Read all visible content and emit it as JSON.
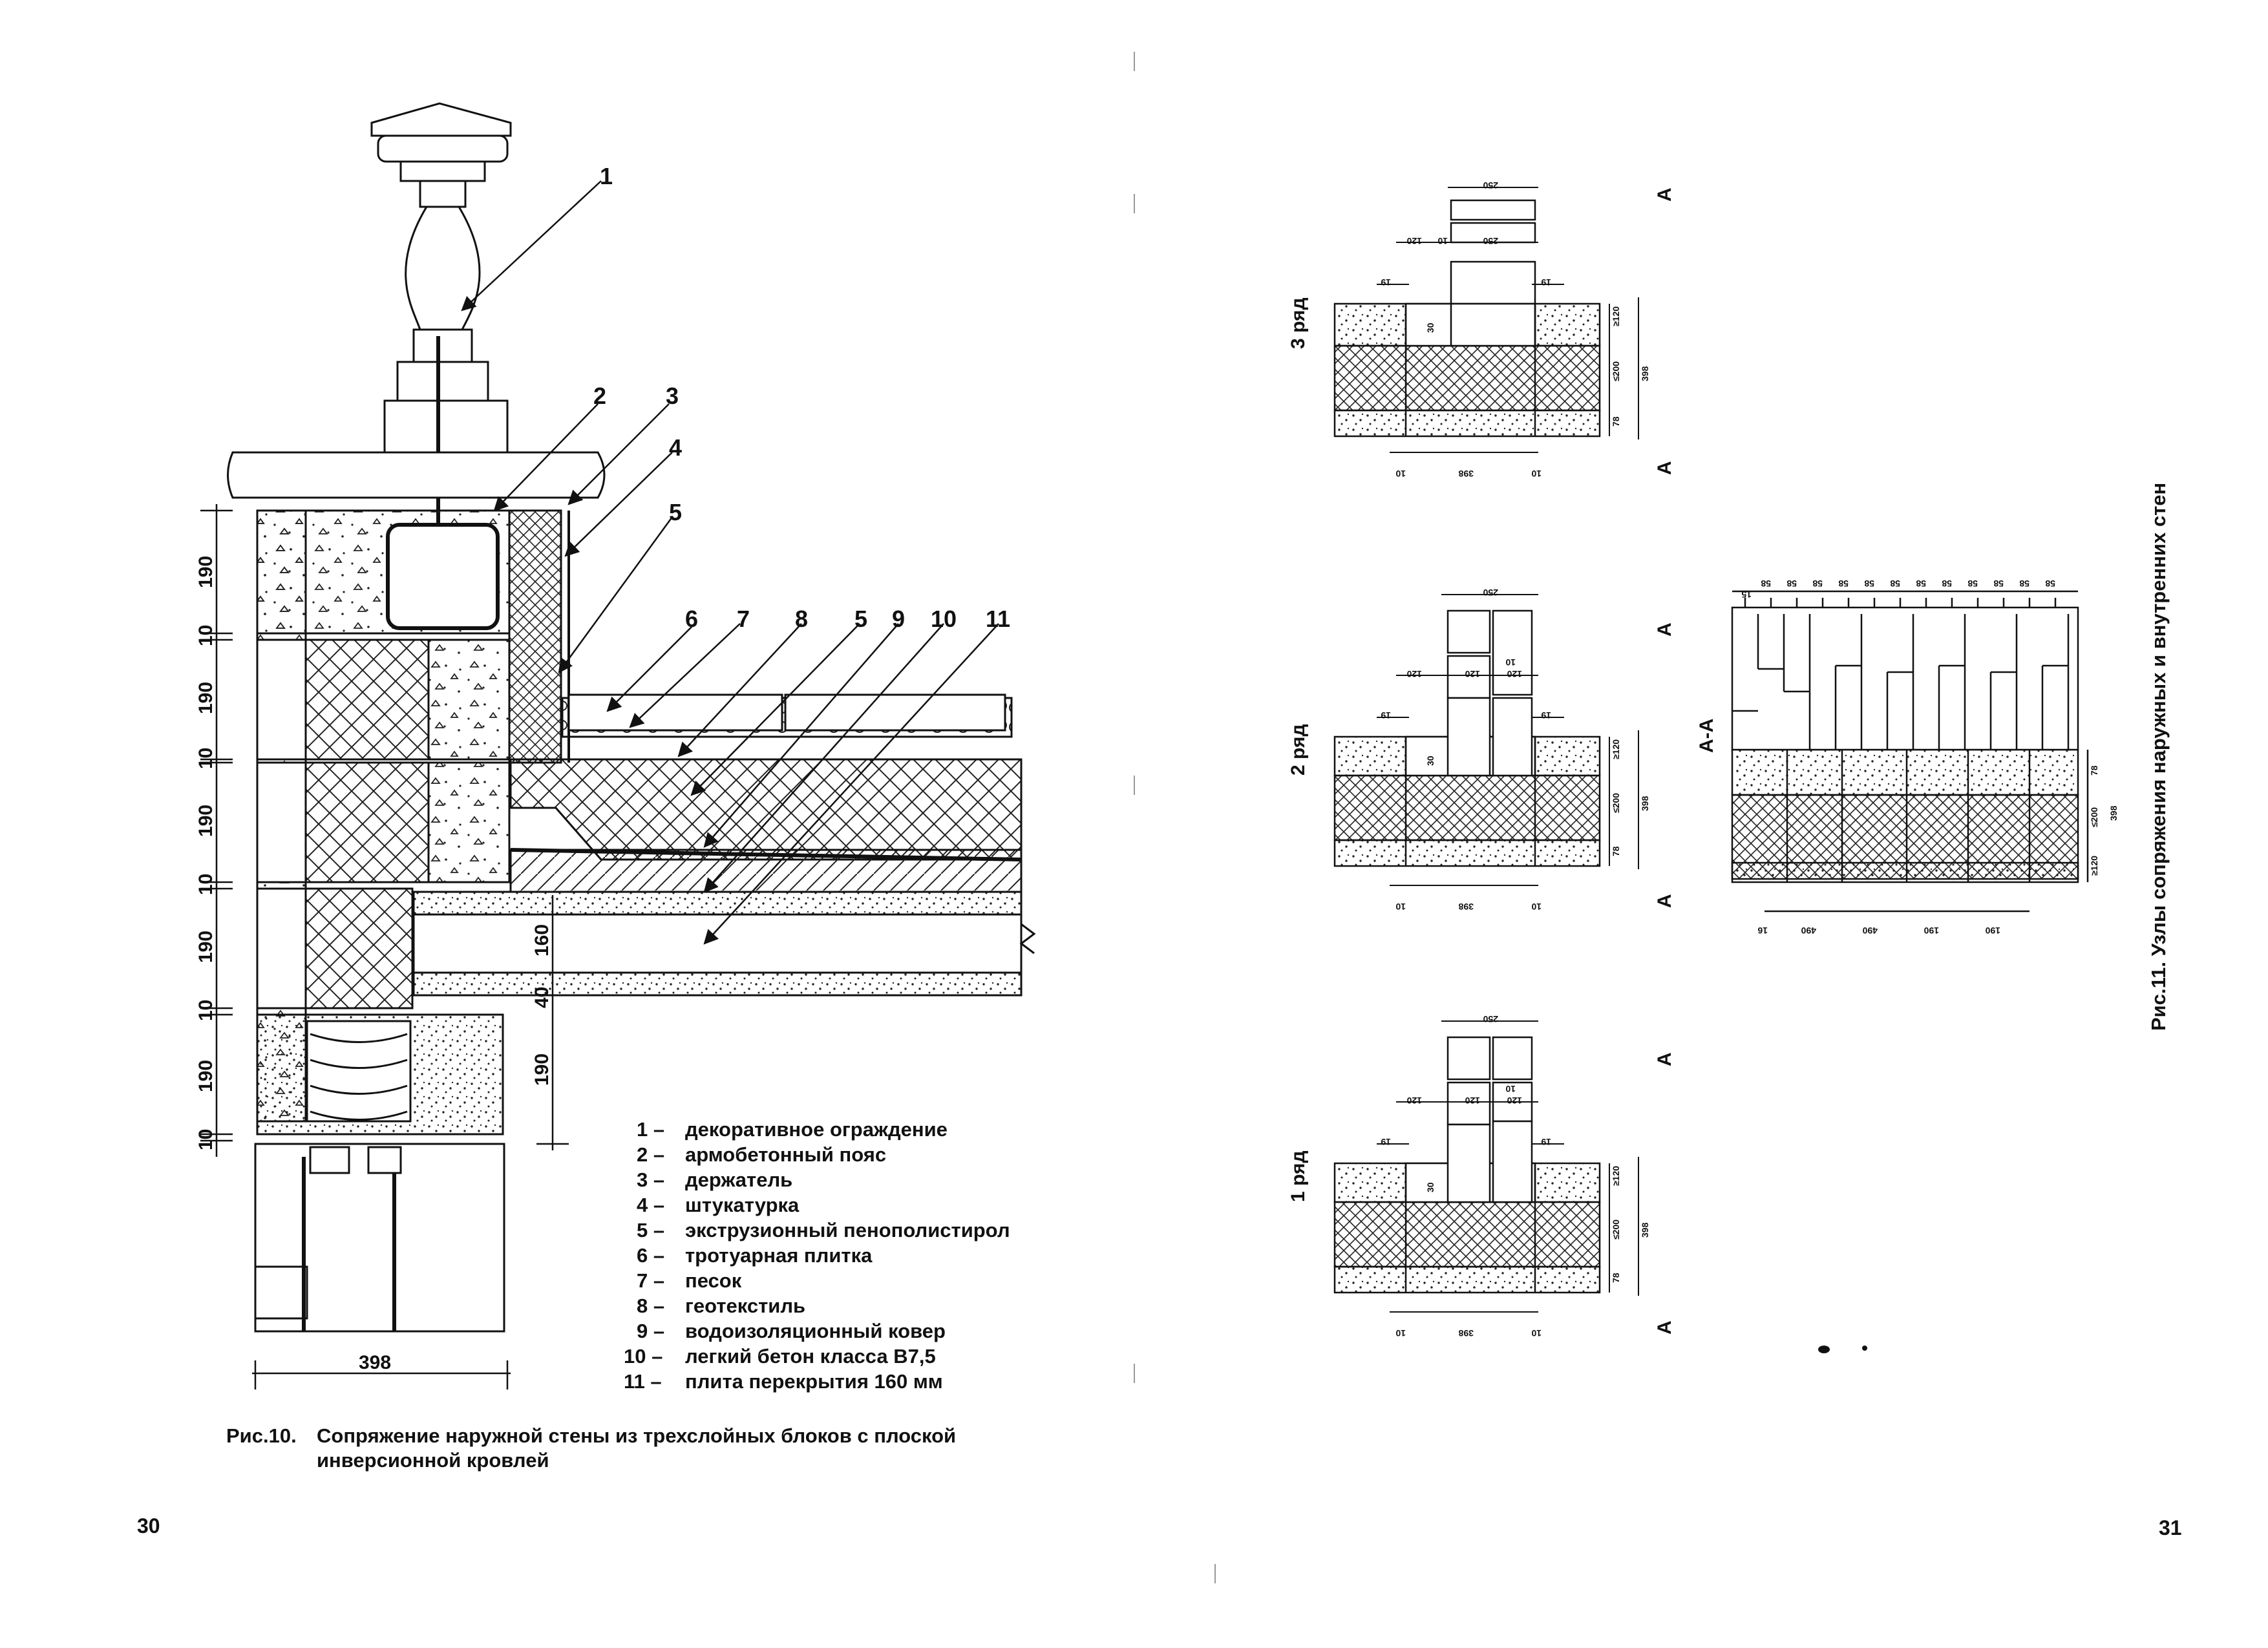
{
  "left_page": {
    "page_number": "30",
    "callouts": [
      "1",
      "2",
      "3",
      "4",
      "5",
      "6",
      "7",
      "8",
      "5",
      "9",
      "10",
      "11"
    ],
    "dims_vertical": [
      "190",
      "10",
      "190",
      "10",
      "190",
      "10",
      "190",
      "10",
      "190",
      "10"
    ],
    "dims_slab": [
      "160",
      "40",
      "190"
    ],
    "dim_width": "398",
    "legend": [
      {
        "num": "1 –",
        "text": "декоративное ограждение"
      },
      {
        "num": "2 –",
        "text": "армобетонный пояс"
      },
      {
        "num": "3 –",
        "text": "держатель"
      },
      {
        "num": "4 –",
        "text": "штукатурка"
      },
      {
        "num": "5 –",
        "text": "экструзионный пенополистирол"
      },
      {
        "num": "6 –",
        "text": "тротуарная плитка"
      },
      {
        "num": "7 –",
        "text": "песок"
      },
      {
        "num": "8 –",
        "text": "геотекстиль"
      },
      {
        "num": "9 –",
        "text": "водоизоляционный ковер"
      },
      {
        "num": "10 –",
        "text": "легкий бетон класса В7,5"
      },
      {
        "num": "11 –",
        "text": "плита перекрытия 160 мм"
      }
    ],
    "caption_label": "Рис.10.",
    "caption_line1": "Сопряжение наружной стены из трехслойных блоков с плоской",
    "caption_line2": "инверсионной кровлей"
  },
  "right_page": {
    "page_number": "31",
    "rows": [
      "3 ряд",
      "2 ряд",
      "1 ряд"
    ],
    "section_mark": "А",
    "section_label": "А-А",
    "dims": {
      "d250": "250",
      "d120": "120",
      "d10": "10",
      "d19": "19",
      "d30": "30",
      "d398": "398",
      "dge120": "≥120",
      "dle200": "≤200",
      "d78": "78",
      "d58": "58",
      "d15": "15",
      "d16": "16",
      "d490": "490",
      "d190": "190"
    },
    "caption": "Рис.11. Узлы сопряжения наружных и внутренних стен"
  }
}
